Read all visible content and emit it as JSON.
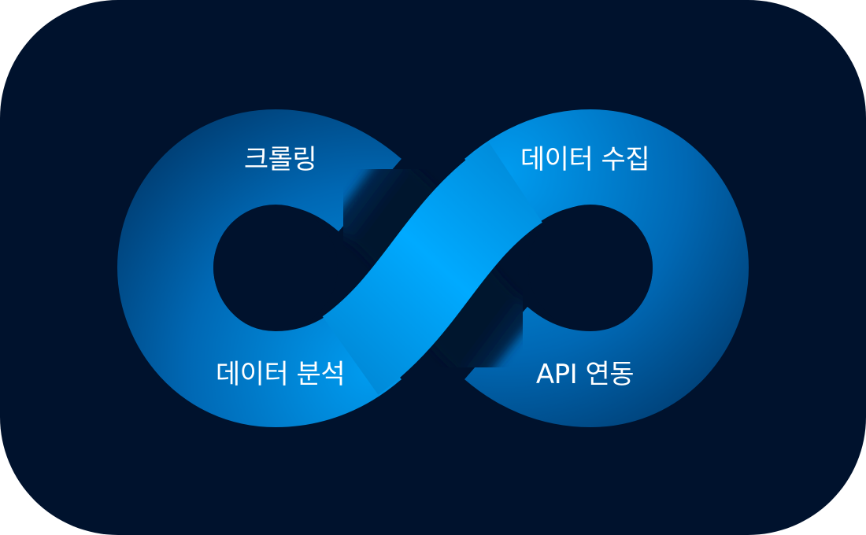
{
  "diagram": {
    "labels": {
      "top_left": "크롤링",
      "top_right": "데이터 수집",
      "bottom_left": "데이터 분석",
      "bottom_right": "API 연동"
    },
    "colors": {
      "background": "#00122d",
      "loop_light": "#00aaff",
      "loop_mid": "#0077c8",
      "loop_dark": "#003a6e",
      "label_text": "#ffffff"
    }
  }
}
